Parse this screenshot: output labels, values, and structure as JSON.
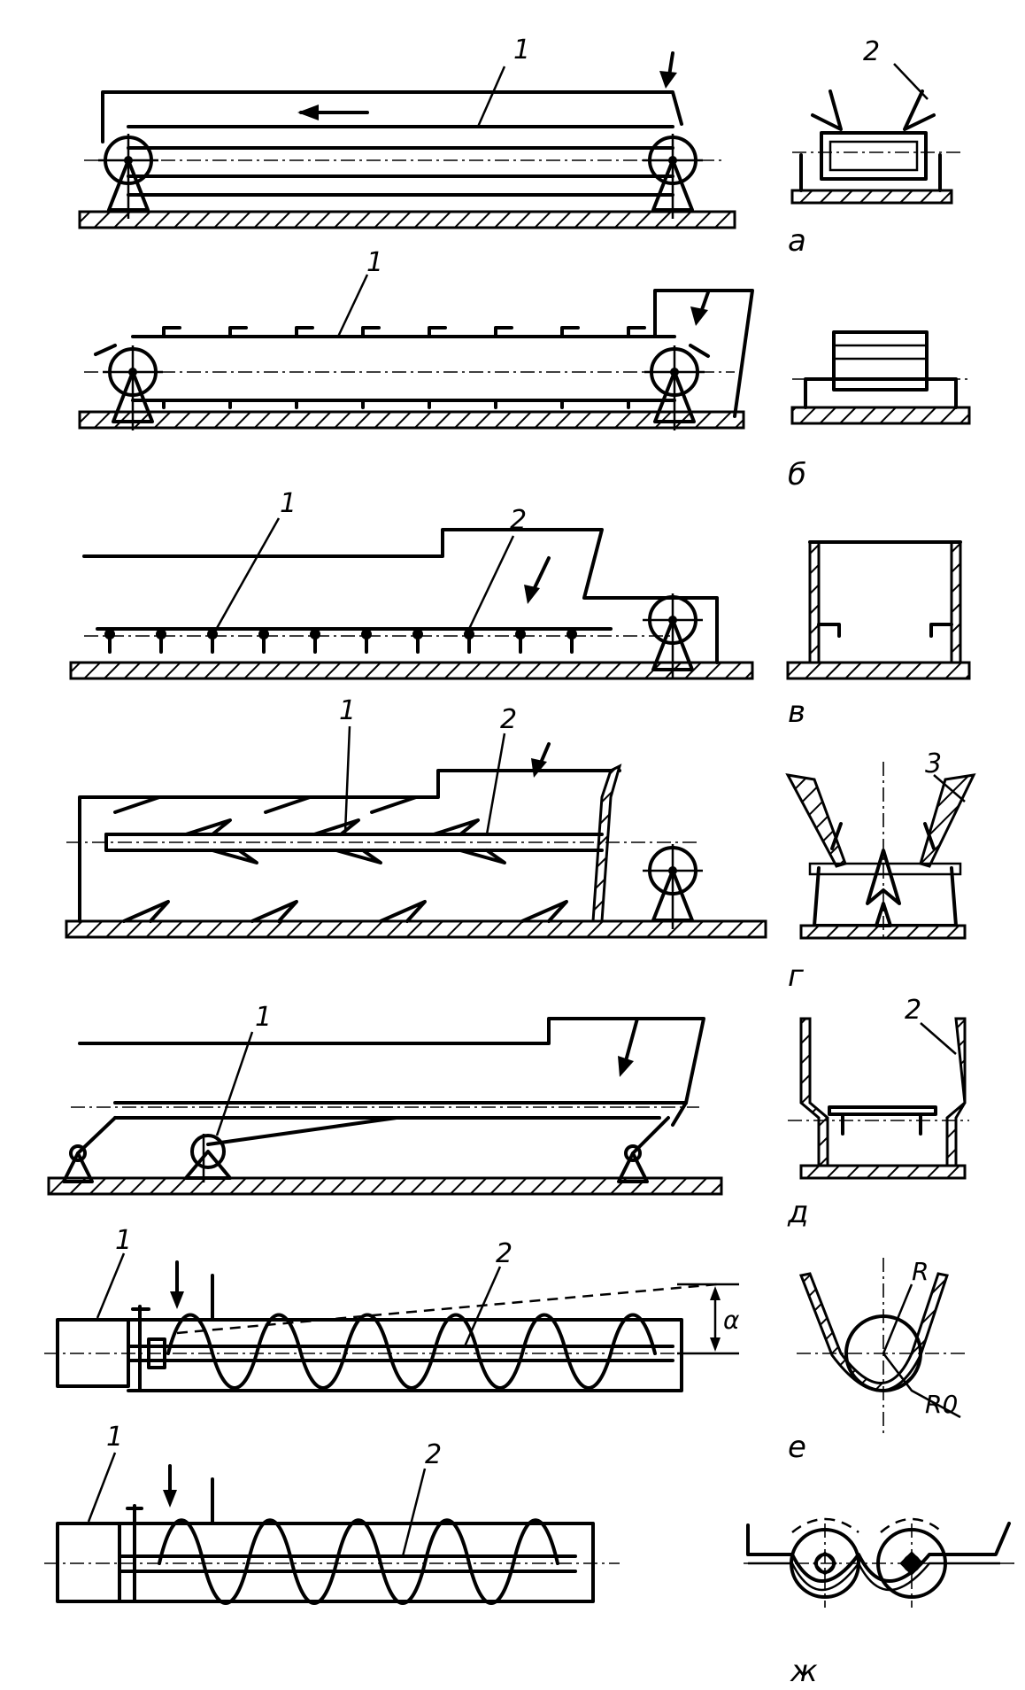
{
  "rows": [
    {
      "id": "a",
      "caption": "а",
      "side_labels": [
        "1"
      ],
      "section_labels": [
        "2"
      ]
    },
    {
      "id": "b",
      "caption": "б",
      "side_labels": [
        "1"
      ],
      "section_labels": []
    },
    {
      "id": "v",
      "caption": "в",
      "side_labels": [
        "1",
        "2"
      ],
      "section_labels": []
    },
    {
      "id": "g",
      "caption": "г",
      "side_labels": [
        "1",
        "2"
      ],
      "section_labels": [
        "3"
      ]
    },
    {
      "id": "d",
      "caption": "д",
      "side_labels": [
        "1"
      ],
      "section_labels": [
        "2"
      ]
    },
    {
      "id": "e",
      "caption": "е",
      "side_labels": [
        "1",
        "2"
      ],
      "section_labels": [
        "R",
        "R0"
      ],
      "angle_symbol": "α"
    },
    {
      "id": "zh",
      "caption": "ж",
      "side_labels": [
        "1",
        "2"
      ],
      "section_labels": []
    }
  ]
}
